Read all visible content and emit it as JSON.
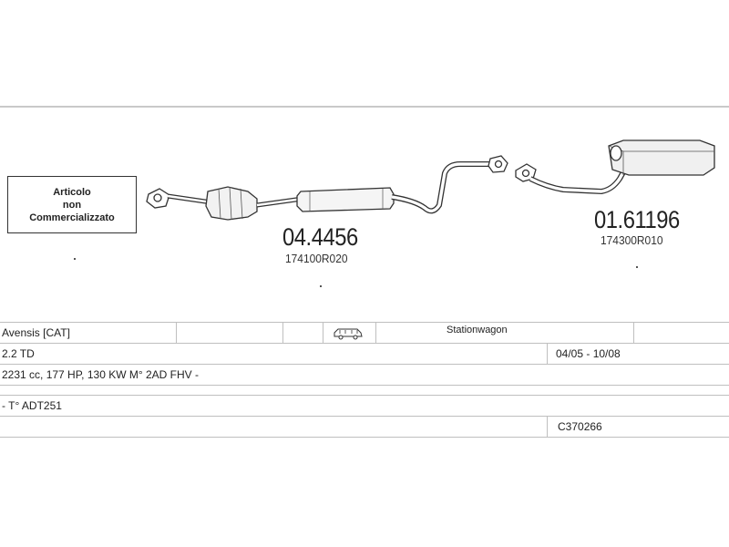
{
  "notice": {
    "line1": "Articolo",
    "line2": "non",
    "line3": "Commercializzato"
  },
  "parts": [
    {
      "code": "04.4456",
      "oem": "174100R020"
    },
    {
      "code": "01.61196",
      "oem": "174300R010"
    }
  ],
  "vehicle": {
    "model": "Avensis  [CAT]",
    "body_type": "Stationwagon",
    "engine": "2.2 TD",
    "period": "04/05 - 10/08",
    "specs": "2231 cc, 177 HP, 130 KW M° 2AD FHV -",
    "type_code": "- T° ADT251",
    "catalog_code": "C370266"
  },
  "icons": {
    "car": "station-wagon-icon"
  },
  "colors": {
    "line": "#bfbfbf",
    "drawing": "#333333"
  }
}
